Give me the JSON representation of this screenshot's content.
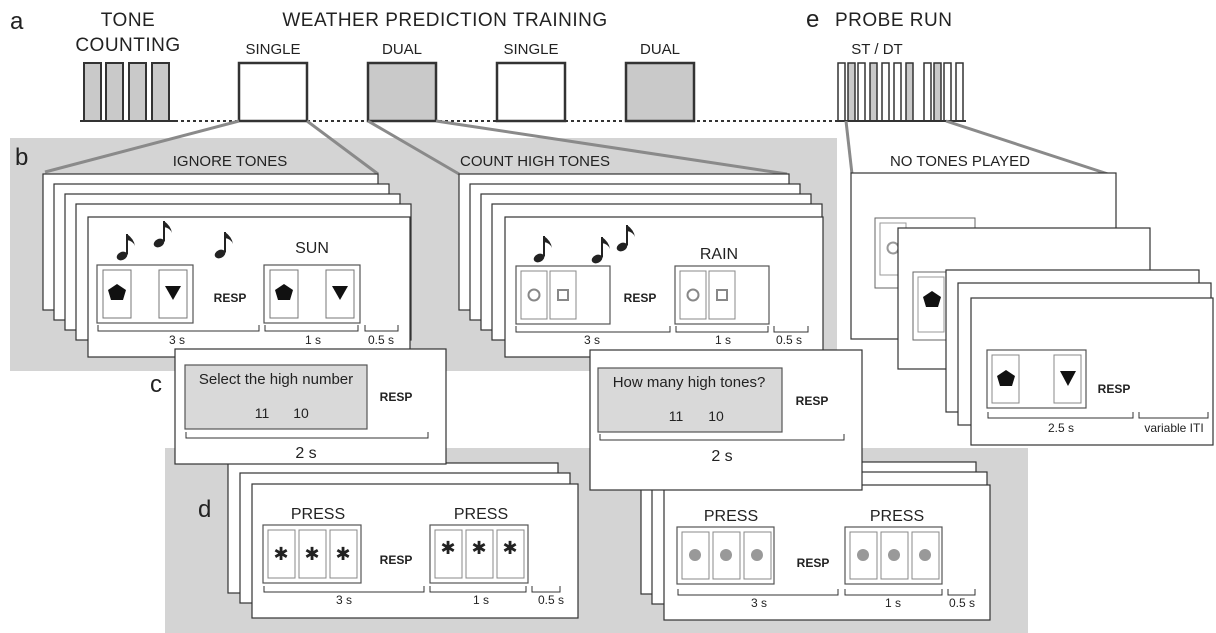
{
  "panels": {
    "a": "a",
    "b": "b",
    "c": "c",
    "d": "d",
    "e": "e"
  },
  "timeline": {
    "tone_counting": [
      "TONE",
      "COUNTING"
    ],
    "weather_title": "WEATHER PREDICTION TRAINING",
    "conditions": [
      "SINGLE",
      "DUAL",
      "SINGLE",
      "DUAL"
    ],
    "probe_title": "PROBE RUN",
    "probe_condition": "ST / DT"
  },
  "single_task": {
    "header": "IGNORE TONES",
    "outcome": "SUN",
    "resp": "RESP",
    "dur_stimulus": "3 s",
    "dur_feedback": "1 s",
    "dur_iti": "0.5 s"
  },
  "dual_task": {
    "header": "COUNT HIGH TONES",
    "outcome": "RAIN",
    "resp": "RESP",
    "dur_stimulus": "3 s",
    "dur_feedback": "1 s",
    "dur_iti": "0.5 s"
  },
  "probe": {
    "header": "NO TONES PLAYED",
    "resp": "RESP",
    "dur_stimulus": "2.5 s",
    "dur_iti": "variable ITI"
  },
  "question_single": {
    "prompt": "Select the high number",
    "numbers": [
      "11",
      "10"
    ],
    "resp": "RESP",
    "dur": "2 s"
  },
  "question_dual": {
    "prompt": "How many high tones?",
    "numbers": [
      "11",
      "10"
    ],
    "resp": "RESP",
    "dur": "2 s"
  },
  "press_single": {
    "press1": "PRESS",
    "press2": "PRESS",
    "resp": "RESP",
    "dur_stimulus": "3 s",
    "dur_feedback": "1 s",
    "dur_iti": "0.5 s"
  },
  "press_dual": {
    "press1": "PRESS",
    "press2": "PRESS",
    "resp": "RESP",
    "dur_stimulus": "3 s",
    "dur_feedback": "1 s",
    "dur_iti": "0.5 s"
  },
  "colors": {
    "panel_gray": "#d4d4d4",
    "box_fill_gray": "#c9c9c9",
    "stroke": "#333333",
    "connector": "#8a8a8a"
  },
  "icons": [
    "music-note-icon",
    "pentagon-icon",
    "down-triangle-icon",
    "circle-icon",
    "square-icon",
    "asterisk-icon",
    "dot-icon"
  ]
}
